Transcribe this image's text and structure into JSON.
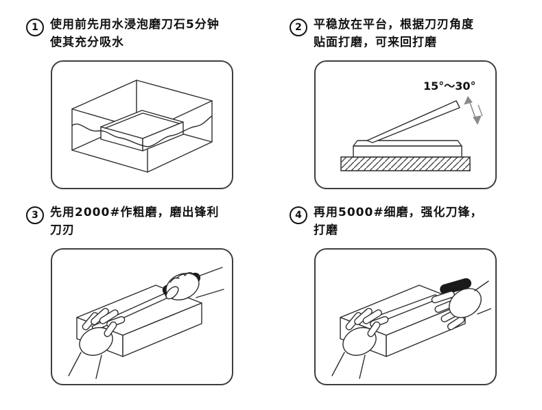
{
  "colors": {
    "background": "#ffffff",
    "text": "#111111",
    "line": "#2b2b2b",
    "box_border": "#3d3d3d",
    "handle": "#1a1a1a",
    "arrow": "#8a8a8a"
  },
  "steps": [
    {
      "number": "1",
      "line1": "使用前先用水浸泡磨刀石5分钟",
      "line2": "使其充分吸水"
    },
    {
      "number": "2",
      "line1": "平稳放在平台，根据刀刃角度",
      "line2": "贴面打磨，可来回打磨",
      "annotation": "15°～30°"
    },
    {
      "number": "3",
      "line1": "先用2000#作粗磨，磨出锋利",
      "line2": "刀刃"
    },
    {
      "number": "4",
      "line1": "再用5000#细磨，强化刀锋，",
      "line2": "打磨"
    }
  ]
}
